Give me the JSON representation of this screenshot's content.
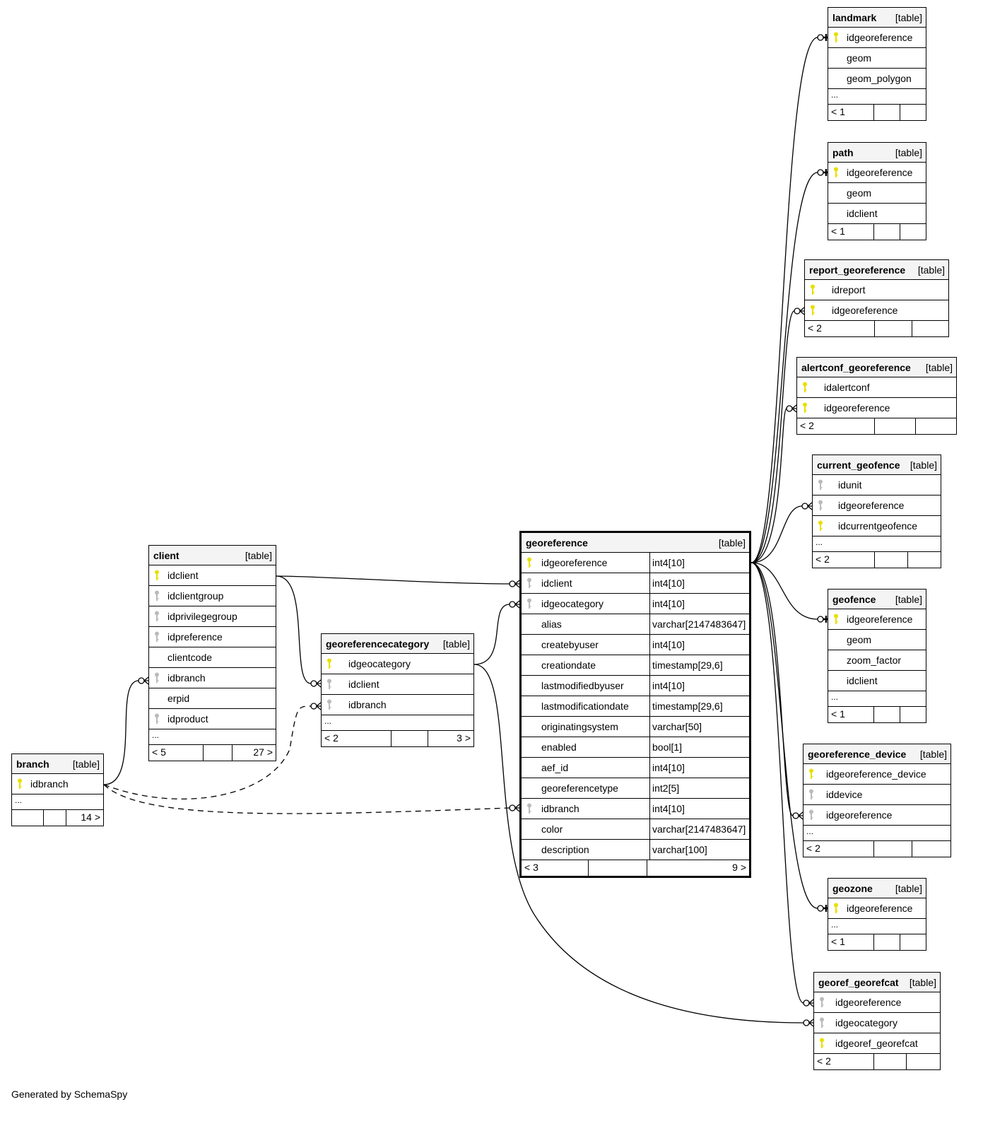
{
  "footer": "Generated by SchemaSpy",
  "kind_label": "[table]",
  "ellipsis": "...",
  "colors": {
    "pk_key": "#e8e000",
    "fk_key": "#bbbbbb",
    "header_bg": "#f4f4f4"
  },
  "tables": {
    "landmark": {
      "name": "landmark",
      "cols": [
        {
          "n": "idgeoreference",
          "k": "pk"
        },
        {
          "n": "geom",
          "k": ""
        },
        {
          "n": "geom_polygon",
          "k": ""
        }
      ],
      "ellipsis": true,
      "foot": [
        "< 1",
        "",
        ""
      ]
    },
    "path": {
      "name": "path",
      "cols": [
        {
          "n": "idgeoreference",
          "k": "pk"
        },
        {
          "n": "geom",
          "k": ""
        },
        {
          "n": "idclient",
          "k": ""
        }
      ],
      "ellipsis": false,
      "foot": [
        "< 1",
        "",
        ""
      ]
    },
    "report_georeference": {
      "name": "report_georeference",
      "cols": [
        {
          "n": "idreport",
          "k": "pk"
        },
        {
          "n": "idgeoreference",
          "k": "pk"
        }
      ],
      "ellipsis": false,
      "foot": [
        "< 2",
        "",
        ""
      ]
    },
    "alertconf_georeference": {
      "name": "alertconf_georeference",
      "cols": [
        {
          "n": "idalertconf",
          "k": "pk"
        },
        {
          "n": "idgeoreference",
          "k": "pk"
        }
      ],
      "ellipsis": false,
      "foot": [
        "< 2",
        "",
        ""
      ]
    },
    "current_geofence": {
      "name": "current_geofence",
      "cols": [
        {
          "n": "idunit",
          "k": "fk"
        },
        {
          "n": "idgeoreference",
          "k": "fk"
        },
        {
          "n": "idcurrentgeofence",
          "k": "pk"
        }
      ],
      "ellipsis": true,
      "foot": [
        "< 2",
        "",
        ""
      ]
    },
    "geofence": {
      "name": "geofence",
      "cols": [
        {
          "n": "idgeoreference",
          "k": "pk"
        },
        {
          "n": "geom",
          "k": ""
        },
        {
          "n": "zoom_factor",
          "k": ""
        },
        {
          "n": "idclient",
          "k": ""
        }
      ],
      "ellipsis": true,
      "foot": [
        "< 1",
        "",
        ""
      ]
    },
    "georeference_device": {
      "name": "georeference_device",
      "cols": [
        {
          "n": "idgeoreference_device",
          "k": "pk"
        },
        {
          "n": "iddevice",
          "k": "fk"
        },
        {
          "n": "idgeoreference",
          "k": "fk"
        }
      ],
      "ellipsis": true,
      "foot": [
        "< 2",
        "",
        ""
      ]
    },
    "geozone": {
      "name": "geozone",
      "cols": [
        {
          "n": "idgeoreference",
          "k": "pk"
        }
      ],
      "ellipsis": true,
      "foot": [
        "< 1",
        "",
        ""
      ]
    },
    "georef_georefcat": {
      "name": "georef_georefcat",
      "cols": [
        {
          "n": "idgeoreference",
          "k": "fk"
        },
        {
          "n": "idgeocategory",
          "k": "fk"
        },
        {
          "n": "idgeoref_georefcat",
          "k": "pk"
        }
      ],
      "ellipsis": false,
      "foot": [
        "< 2",
        "",
        ""
      ]
    },
    "georeference": {
      "name": "georeference",
      "cols": [
        {
          "n": "idgeoreference",
          "k": "pk",
          "t": "int4[10]"
        },
        {
          "n": "idclient",
          "k": "fk",
          "t": "int4[10]"
        },
        {
          "n": "idgeocategory",
          "k": "fk",
          "t": "int4[10]"
        },
        {
          "n": "alias",
          "k": "",
          "t": "varchar[2147483647]"
        },
        {
          "n": "createbyuser",
          "k": "",
          "t": "int4[10]"
        },
        {
          "n": "creationdate",
          "k": "",
          "t": "timestamp[29,6]"
        },
        {
          "n": "lastmodifiedbyuser",
          "k": "",
          "t": "int4[10]"
        },
        {
          "n": "lastmodificationdate",
          "k": "",
          "t": "timestamp[29,6]"
        },
        {
          "n": "originatingsystem",
          "k": "",
          "t": "varchar[50]"
        },
        {
          "n": "enabled",
          "k": "",
          "t": "bool[1]"
        },
        {
          "n": "aef_id",
          "k": "",
          "t": "int4[10]"
        },
        {
          "n": "georeferencetype",
          "k": "",
          "t": "int2[5]"
        },
        {
          "n": "idbranch",
          "k": "fk",
          "t": "int4[10]"
        },
        {
          "n": "color",
          "k": "",
          "t": "varchar[2147483647]"
        },
        {
          "n": "description",
          "k": "",
          "t": "varchar[100]"
        }
      ],
      "ellipsis": false,
      "foot": [
        "< 3",
        "",
        "9 >"
      ]
    },
    "client": {
      "name": "client",
      "cols": [
        {
          "n": "idclient",
          "k": "pk"
        },
        {
          "n": "idclientgroup",
          "k": "fk"
        },
        {
          "n": "idprivilegegroup",
          "k": "fk"
        },
        {
          "n": "idpreference",
          "k": "fk"
        },
        {
          "n": "clientcode",
          "k": ""
        },
        {
          "n": "idbranch",
          "k": "fk"
        },
        {
          "n": "erpid",
          "k": ""
        },
        {
          "n": "idproduct",
          "k": "fk"
        }
      ],
      "ellipsis": true,
      "foot": [
        "< 5",
        "",
        "27 >"
      ]
    },
    "georeferencecategory": {
      "name": "georeferencecategory",
      "cols": [
        {
          "n": "idgeocategory",
          "k": "pk"
        },
        {
          "n": "idclient",
          "k": "fk"
        },
        {
          "n": "idbranch",
          "k": "fk"
        }
      ],
      "ellipsis": true,
      "foot": [
        "< 2",
        "",
        "3 >"
      ]
    },
    "branch": {
      "name": "branch",
      "cols": [
        {
          "n": "idbranch",
          "k": "pk"
        }
      ],
      "ellipsis": true,
      "foot": [
        "",
        "",
        "14 >"
      ]
    }
  }
}
